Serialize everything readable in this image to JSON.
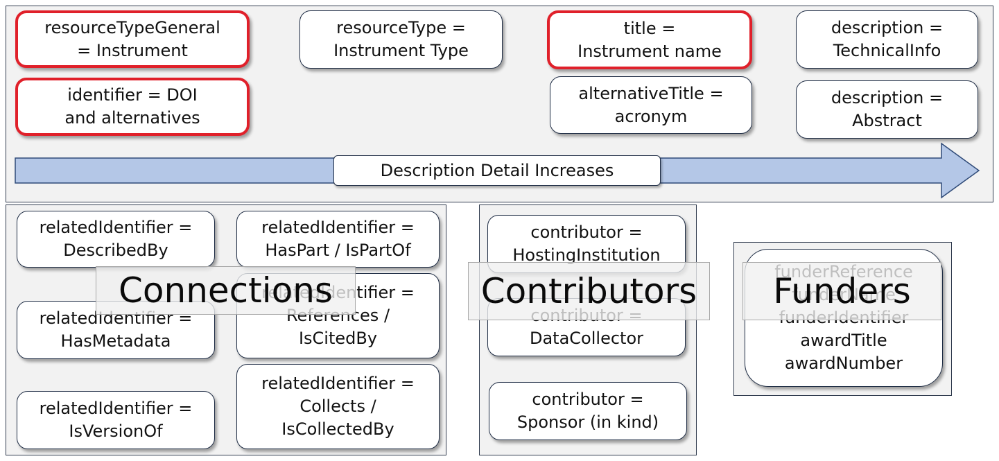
{
  "colors": {
    "panel_bg": "#f2f2f2",
    "panel_border": "#2f3a4d",
    "box_border": "#1f2d45",
    "highlight_border": "#e0202a",
    "arrow_fill": "#b4c7e7"
  },
  "top_panel": {
    "boxes": [
      {
        "line1": "resourceTypeGeneral",
        "line2": "= Instrument",
        "highlight": true
      },
      {
        "line1": "identifier = DOI",
        "line2": "and alternatives",
        "highlight": true
      },
      {
        "line1": "resourceType =",
        "line2": "Instrument Type",
        "highlight": false
      },
      {
        "line1": "title =",
        "line2": "Instrument name",
        "highlight": true
      },
      {
        "line1": "alternativeTitle =",
        "line2": "acronym",
        "highlight": false
      },
      {
        "line1": "description =",
        "line2": "TechnicalInfo",
        "highlight": false
      },
      {
        "line1": "description =",
        "line2": "Abstract",
        "highlight": false
      }
    ],
    "arrow_label": "Description Detail Increases"
  },
  "connections": {
    "overlay_label": "Connections",
    "boxes": [
      {
        "line1": "relatedIdentifier =",
        "line2": "DescribedBy"
      },
      {
        "line1": "relatedIdentifier =",
        "line2": "HasPart / IsPartOf"
      },
      {
        "line1": "relatedIdentifier =",
        "line2": "HasMetadata"
      },
      {
        "line1": "relatedIdentifier =",
        "line2": "References /",
        "line3": "IsCitedBy"
      },
      {
        "line1": "relatedIdentifier =",
        "line2": "IsVersionOf"
      },
      {
        "line1": "relatedIdentifier =",
        "line2": "Collects /",
        "line3": "IsCollectedBy"
      }
    ]
  },
  "contributors": {
    "overlay_label": "Contributors",
    "boxes": [
      {
        "line1": "contributor =",
        "line2": "HostingInstitution"
      },
      {
        "line1": "contributor =",
        "line2": "DataCollector"
      },
      {
        "line1": "contributor =",
        "line2": "Sponsor (in kind)"
      }
    ]
  },
  "funders": {
    "overlay_label": "Funders",
    "box": {
      "line1": "funderReference",
      "line2": "funderName",
      "line3": "funderIdentifier",
      "line4": "awardTitle",
      "line5": "awardNumber"
    }
  }
}
